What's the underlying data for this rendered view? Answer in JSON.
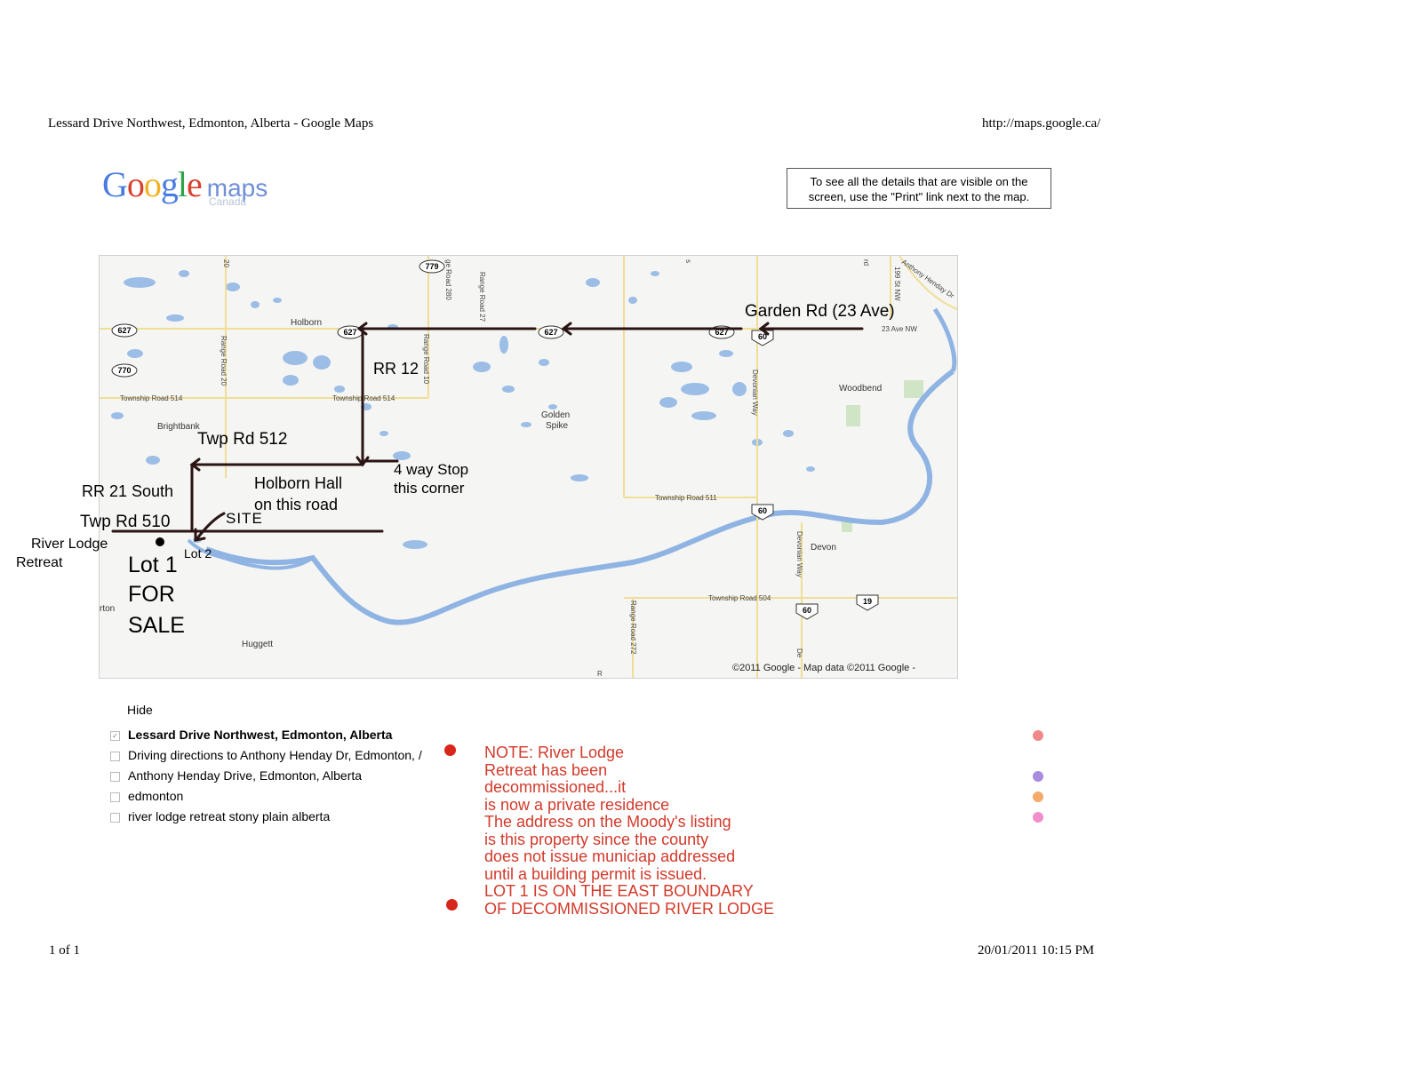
{
  "header": {
    "title": "Lessard Drive Northwest, Edmonton, Alberta - Google Maps",
    "url": "http://maps.google.ca/"
  },
  "footer": {
    "page": "1 of 1",
    "timestamp": "20/01/2011 10:15 PM"
  },
  "logo": {
    "brand": "Google",
    "product": "maps",
    "region": "Canada",
    "brand_colors": [
      "#4a7be0",
      "#d9412f",
      "#f1b324",
      "#4a7be0",
      "#2fa34a",
      "#d9412f"
    ]
  },
  "tip": {
    "line1": "To see all the details that are visible on the",
    "line2": "screen, use the \"Print\" link next to the map."
  },
  "map": {
    "place_labels": {
      "holborn": "Holborn",
      "brightbank": "Brightbank",
      "golden_spike_1": "Golden",
      "golden_spike_2": "Spike",
      "woodbend": "Woodbend",
      "devon": "Devon",
      "huggett": "Huggett",
      "partial_left": "rton"
    },
    "road_labels": {
      "twp514_w": "Township Road 514",
      "twp514_e": "Township Road 514",
      "twp511": "Township Road 511",
      "twp504": "Township Road 504",
      "rr20": "Range Road 20",
      "rr10": "Range Road 10",
      "rr280": "ge Road 280",
      "rr27": "Range Road 27",
      "rr272": "Range Road 272",
      "devonian1": "Devonian Way",
      "devonian2": "Devonian Way",
      "ave23": "23 Ave NW",
      "henday": "Anthony Henday Dr",
      "st199": "199 St NW",
      "top20": "20",
      "tops": "s",
      "toprd": "rd",
      "bottom_r": "R",
      "bottom_de": "De"
    },
    "shields": {
      "h627a": "627",
      "h627b": "627",
      "h627c": "627",
      "h627d": "627",
      "h770": "770",
      "h779": "779",
      "h60a": "60",
      "h60b": "60",
      "h60c": "60",
      "h19": "19"
    },
    "copyright": "©2011 Google - Map data ©2011 Google -",
    "annotations": {
      "garden_rd": "Garden Rd (23 Ave)",
      "rr12": "RR 12",
      "twp512": "Twp Rd 512",
      "four_way_1": "4 way Stop",
      "four_way_2": "this corner",
      "holborn_hall_1": "Holborn Hall",
      "holborn_hall_2": "on this road",
      "rr21": "RR 21 South",
      "twp510": "Twp Rd 510",
      "site": "SITE",
      "lot2": "Lot 2",
      "lot1_1": "Lot 1",
      "lot1_2": "FOR",
      "lot1_3": "SALE",
      "river_lodge_1": "River Lodge",
      "river_lodge_2": "Retreat"
    },
    "colors": {
      "water": "#8fb4e3",
      "road": "#f3e3a3",
      "land": "#f5f6f3",
      "ink": "#2a1414"
    }
  },
  "legend": {
    "hide": "Hide",
    "items": [
      {
        "label": "Lessard Drive Northwest, Edmonton, Alberta",
        "checked": true,
        "dot_color": "#f08a8a"
      },
      {
        "label": "Driving directions to Anthony Henday Dr, Edmonton, /",
        "checked": false,
        "dot_color": ""
      },
      {
        "label": "Anthony Henday Drive, Edmonton, Alberta",
        "checked": false,
        "dot_color": "#a98be0"
      },
      {
        "label": "edmonton",
        "checked": false,
        "dot_color": "#f5a96a"
      },
      {
        "label": "river lodge retreat stony plain alberta",
        "checked": false,
        "dot_color": "#f28ecb"
      }
    ]
  },
  "note": {
    "lines": [
      "NOTE:  River Lodge",
      "Retreat has been",
      "decommissioned...it",
      "is now a private residence",
      "The address on the Moody's listing",
      "is this property since the county",
      "does not issue municiap addressed",
      "until a building permit is issued.",
      "LOT 1 IS ON THE EAST BOUNDARY",
      "OF DECOMMISSIONED RIVER LODGE"
    ],
    "color": "#d23a2b"
  }
}
